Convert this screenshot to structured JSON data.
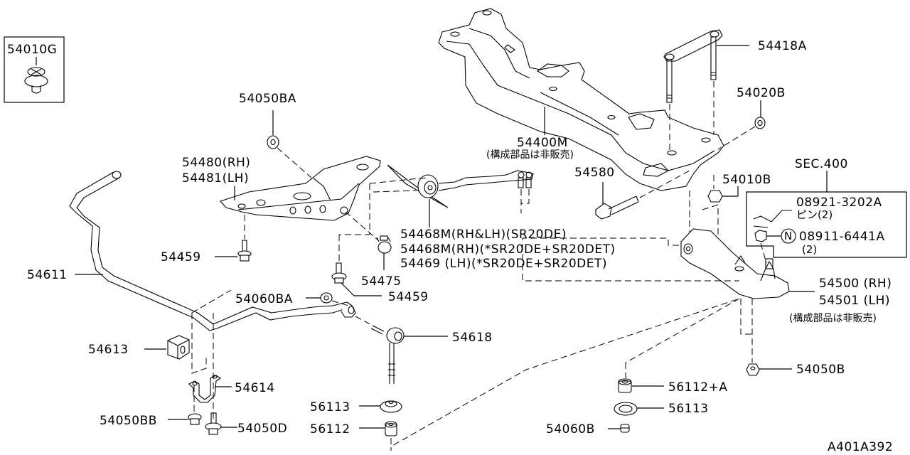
{
  "diagram": {
    "title": "Front Suspension Member / Stabilizer / Lower Link",
    "figure_code": "A401A392",
    "inset_box": {
      "part": "54010G"
    },
    "section_ref": {
      "label": "SEC.400",
      "items": [
        {
          "part": "08921-3202A",
          "desc": "ピン(2)"
        },
        {
          "part": "08911-6441A",
          "symbol": "N",
          "desc": "(2)"
        }
      ]
    },
    "labels": {
      "p54010G": "54010G",
      "p54050BA": "54050BA",
      "p54480": "54480(RH)",
      "p54481": "54481(LH)",
      "p54400M": "54400M",
      "p54400M_note": "(構成部品は非販売)",
      "p54418A": "54418A",
      "p54020B": "54020B",
      "p54580": "54580",
      "p54010B": "54010B",
      "p54468M_a": "54468M(RH&LH)(SR20DE)",
      "p54468M_b": "54468M(RH)(*SR20DE+SR20DET)",
      "p54469": "54469  (LH)(*SR20DE+SR20DET)",
      "p54459_a": "54459",
      "p54459_b": "54459",
      "p54475": "54475",
      "p54611": "54611",
      "p54060BA": "54060BA",
      "p54618": "54618",
      "p54613": "54613",
      "p54614": "54614",
      "p54050BB": "54050BB",
      "p54050D": "54050D",
      "p56113_a": "56113",
      "p56112": "56112",
      "p54500": "54500 (RH)",
      "p54501": "54501 (LH)",
      "p54500_note": "(構成部品は非販売)",
      "p54050B": "54050B",
      "p56112A": "56112+A",
      "p56113_b": "56113",
      "p54060B": "54060B"
    }
  }
}
